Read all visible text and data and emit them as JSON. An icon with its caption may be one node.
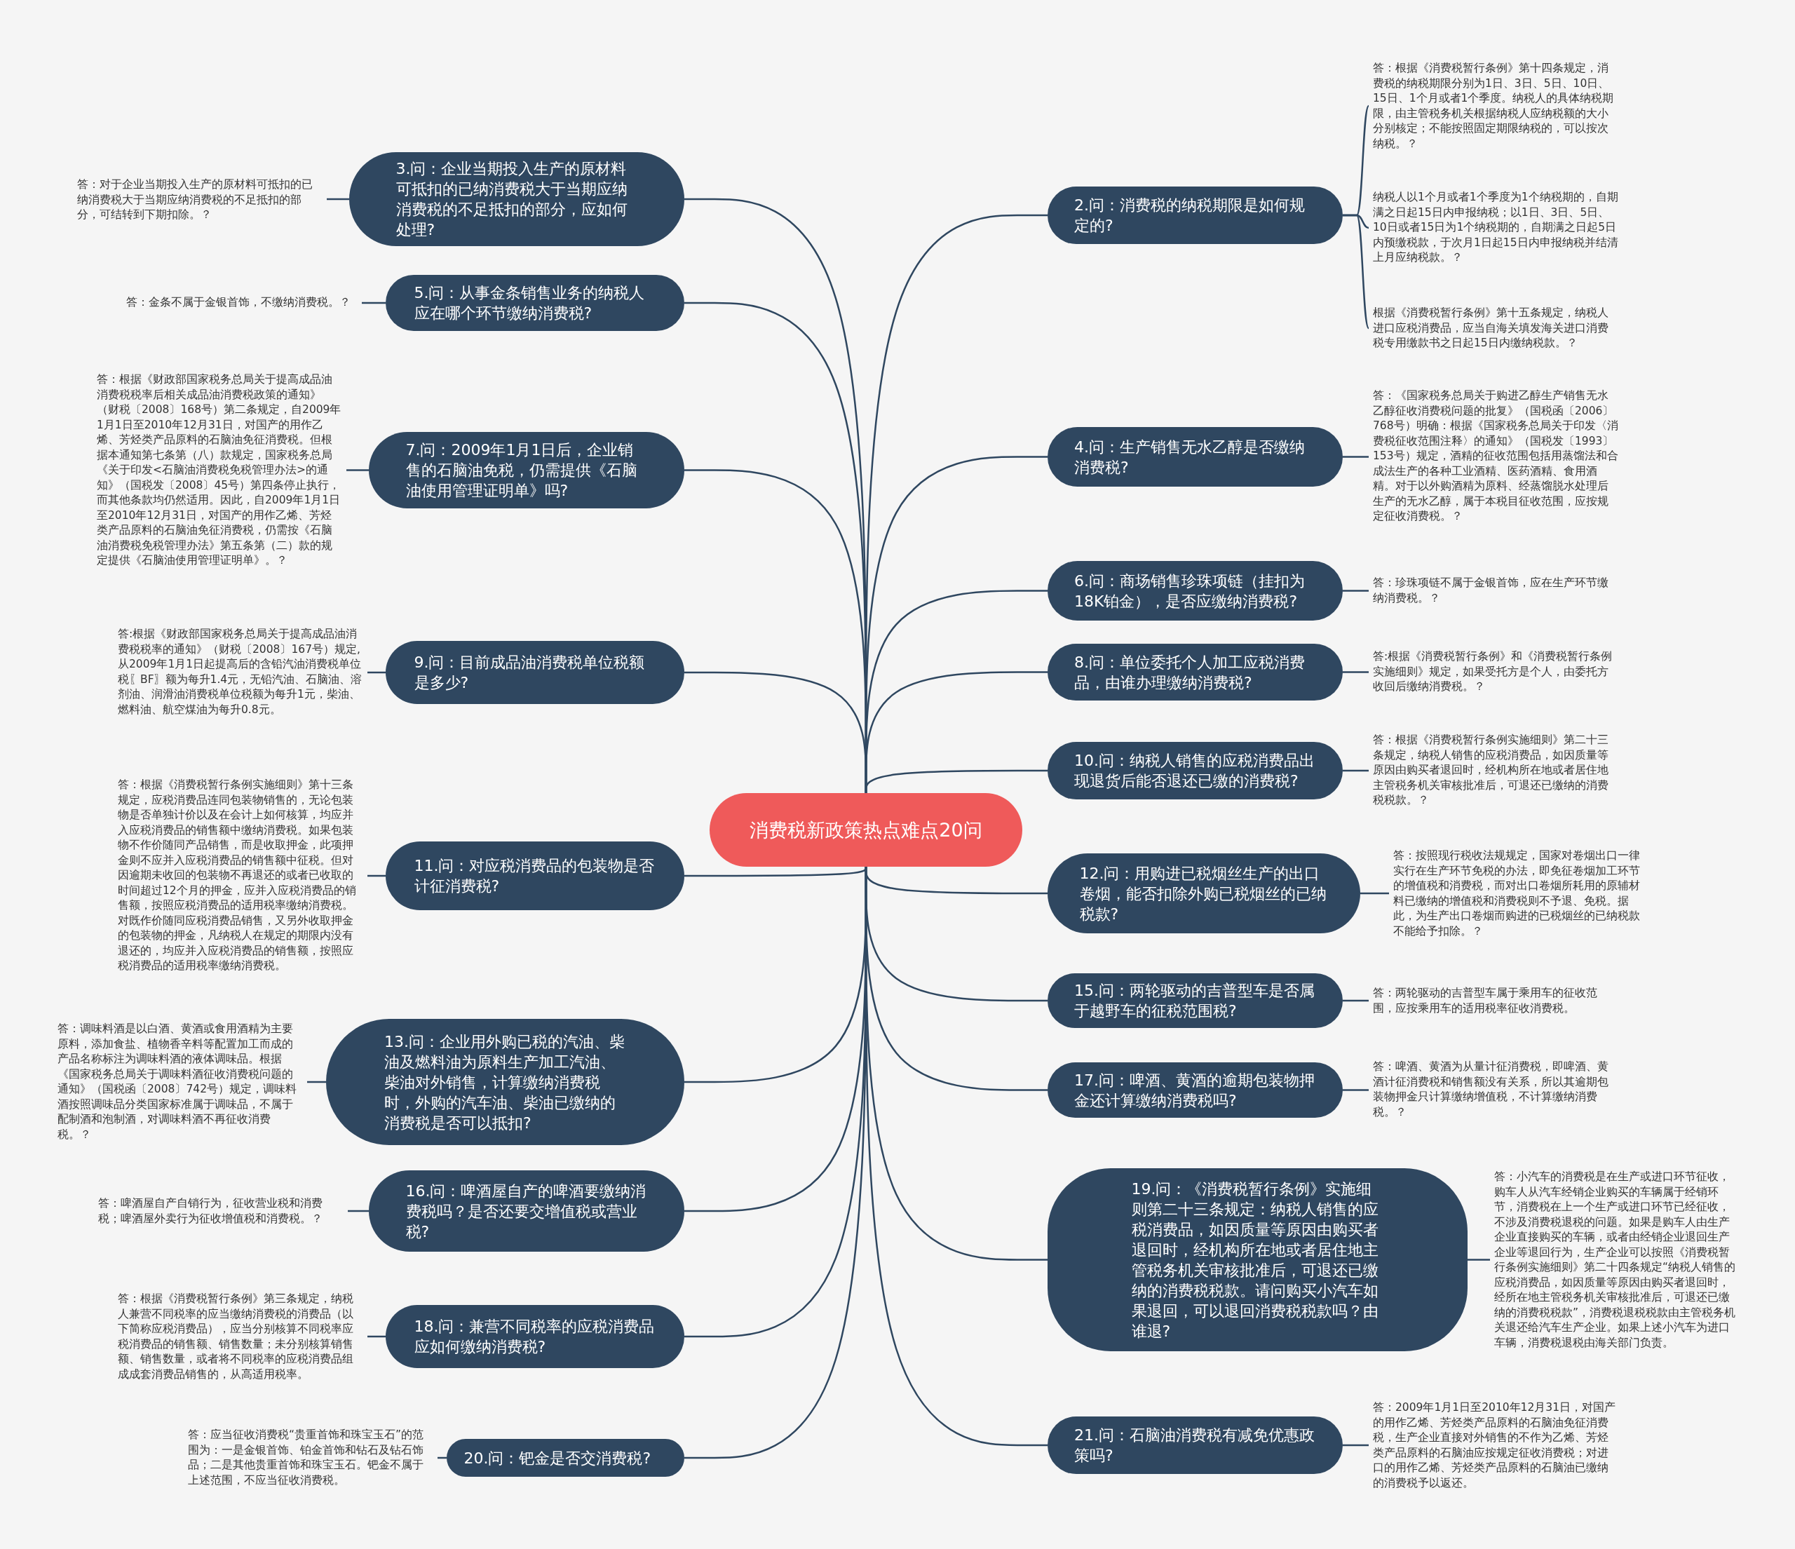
{
  "diagram": {
    "nodes": [
      {
        "text": [
          "消费税新政策热点难点20问"
        ]
      },
      {
        "text": [
          "3.问：企业当期投入生产的原材料可抵扣的已纳消费税大于当期应纳消费税的不足抵扣的部分，应如何处理?"
        ]
      },
      {
        "text": [
          "答：对于企业当期投入生产的原材料可抵扣的已纳消费税大于当期应纳消费税的不足抵扣的部分，可结转到下期扣除。？"
        ]
      },
      {
        "text": [
          "5.问：从事金条销售业务的纳税人应在哪个环节缴纳消费税?"
        ]
      },
      {
        "text": [
          "答：金条不属于金银首饰，不缴纳消费税。？"
        ]
      },
      {
        "text": [
          "7.问：2009年1月1日后，企业销售的石脑油免税，仍需提供《石脑油使用管理证明单》吗?"
        ]
      },
      {
        "text": [
          "答：根据《财政部国家税务总局关于提高成品油消费税税率后相关成品油消费税政策的通知》（财税〔2008〕168号）第二条规定，自2009年1月1日至2010年12月31日，对国产的用作乙烯、芳烃类产品原料的石脑油免征消费税。但根据本通知第七条第（八）款规定，国家税务总局《关于印发<石脑油消费税免税管理办法>的通知》（国税发〔2008〕45号）第四条停止执行，而其他条款均仍然适用。因此，自2009年1月1日至2010年12月31日，对国产的用作乙烯、芳烃类产品原料的石脑油免征消费税，仍需按《石脑油消费税免税管理办法》第五条第（二）款的规定提供《石脑油使用管理证明单》。？"
        ]
      },
      {
        "text": [
          "9.问：目前成品油消费税单位税额是多少?"
        ]
      },
      {
        "text": [
          "答:根据《财政部国家税务总局关于提高成品油消费税税率的通知》（财税〔2008〕167号）规定, 从2009年1月1日起提高后的含铅汽油消费税单位税〖BF〗额为每升1.4元，无铅汽油、石脑油、溶剂油、润滑油消费税单位税额为每升1元，柴油、燃料油、航空煤油为每升0.8元。"
        ]
      },
      {
        "text": [
          "11.问：对应税消费品的包装物是否计征消费税?"
        ]
      },
      {
        "text": [
          "答：根据《消费税暂行条例实施细则》第十三条规定，应税消费品连同包装物销售的，无论包装物是否单独计价以及在会计上如何核算，均应并入应税消费品的销售额中缴纳消费税。如果包装物不作价随同产品销售，而是收取押金，此项押金则不应并入应税消费品的销售额中征税。但对因逾期未收回的包装物不再退还的或者已收取的时间超过12个月的押金，应并入应税消费品的销售额，按照应税消费品的适用税率缴纳消费税。对既作价随同应税消费品销售，又另外收取押金的包装物的押金，凡纳税人在规定的期限内没有退还的，均应并入应税消费品的销售额，按照应税消费品的适用税率缴纳消费税。"
        ]
      },
      {
        "text": [
          "13.问：企业用外购已税的汽油、柴油及燃料油为原料生产加工汽油、柴油对外销售，计算缴纳消费税时，外购的汽车油、柴油已缴纳的消费税是否可以抵扣?"
        ]
      },
      {
        "text": [
          "答：调味料酒是以白酒、黄酒或食用酒精为主要原料，添加食盐、植物香辛料等配置加工而成的产品名称标注为调味料酒的液体调味品。根据《国家税务总局关于调味料酒征收消费税问题的通知》（国税函〔2008〕742号）规定，调味料酒按照调味品分类国家标准属于调味品，不属于配制酒和泡制酒，对调味料酒不再征收消费税。？"
        ]
      },
      {
        "text": [
          "16.问：啤酒屋自产的啤酒要缴纳消费税吗？是否还要交增值税或营业税?"
        ]
      },
      {
        "text": [
          "答：啤酒屋自产自销行为，征收营业税和消费税；啤酒屋外卖行为征收增值税和消费税。？"
        ]
      },
      {
        "text": [
          "18.问：兼营不同税率的应税消费品应如何缴纳消费税?"
        ]
      },
      {
        "text": [
          "答：根据《消费税暂行条例》第三条规定，纳税人兼营不同税率的应当缴纳消费税的消费品（以下简称应税消费品），应当分别核算不同税率应税消费品的销售额、销售数量；未分别核算销售额、销售数量，或者将不同税率的应税消费品组成成套消费品销售的，从高适用税率。"
        ]
      },
      {
        "text": [
          "20.问：钯金是否交消费税?"
        ]
      },
      {
        "text": [
          "答：应当征收消费税“贵重首饰和珠宝玉石”的范围为：一是金银首饰、铂金首饰和钻石及钻石饰品；二是其他贵重首饰和珠宝玉石。钯金不属于上述范围，不应当征收消费税。"
        ]
      },
      {
        "text": [
          "2.问：消费税的纳税期限是如何规定的?"
        ]
      },
      {
        "text": [
          "答：根据《消费税暂行条例》第十四条规定，消费税的纳税期限分别为1日、3日、5日、10日、15日、1个月或者1个季度。纳税人的具体纳税期限，由主管税务机关根据纳税人应纳税额的大小分别核定；不能按照固定期限纳税的，可以按次纳税。？"
        ]
      },
      {
        "text": [
          "纳税人以1个月或者1个季度为1个纳税期的，自期满之日起15日内申报纳税；以1日、3日、5日、10日或者15日为1个纳税期的，自期满之日起5日内预缴税款，于次月1日起15日内申报纳税并结清上月应纳税款。？"
        ]
      },
      {
        "text": [
          "根据《消费税暂行条例》第十五条规定，纳税人进口应税消费品，应当自海关填发海关进口消费税专用缴款书之日起15日内缴纳税款。？"
        ]
      },
      {
        "text": [
          "4.问：生产销售无水乙醇是否缴纳消费税?"
        ]
      },
      {
        "text": [
          "答：《国家税务总局关于购进乙醇生产销售无水乙醇征收消费税问题的批复》（国税函〔2006〕768号）明确：根据《国家税务总局关于印发〈消费税征收范围注释〉的通知》（国税发〔1993〕153号）规定，酒精的征收范围包括用蒸馏法和合成法生产的各种工业酒精、医药酒精、食用酒精。对于以外购酒精为原料、经蒸馏脱水处理后生产的无水乙醇，属于本税目征收范围，应按规定征收消费税。？"
        ]
      },
      {
        "text": [
          "6.问：商场销售珍珠项链（挂扣为18K铂金），是否应缴纳消费税?"
        ]
      },
      {
        "text": [
          "答：珍珠项链不属于金银首饰，应在生产环节缴纳消费税。？"
        ]
      },
      {
        "text": [
          "8.问：单位委托个人加工应税消费品，由谁办理缴纳消费税?"
        ]
      },
      {
        "text": [
          "答:根据《消费税暂行条例》和《消费税暂行条例实施细则》规定，如果受托方是个人，由委托方收回后缴纳消费税。？"
        ]
      },
      {
        "text": [
          "10.问：纳税人销售的应税消费品出现退货后能否退还已缴的消费税?"
        ]
      },
      {
        "text": [
          "答：根据《消费税暂行条例实施细则》第二十三条规定，纳税人销售的应税消费品，如因质量等原因由购买者退回时，经机构所在地或者居住地主管税务机关审核批准后，可退还已缴纳的消费税税款。？"
        ]
      },
      {
        "text": [
          "12.问：用购进已税烟丝生产的出口卷烟，能否扣除外购已税烟丝的已纳税款?"
        ]
      },
      {
        "text": [
          "答：按照现行税收法规规定，国家对卷烟出口一律实行在生产环节免税的办法，即免征卷烟加工环节的增值税和消费税，而对出口卷烟所耗用的原辅材料已缴纳的增值税和消费税则不予退、免税。据此，为生产出口卷烟而购进的已税烟丝的已纳税款不能给予扣除。？"
        ]
      },
      {
        "text": [
          "15.问：两轮驱动的吉普型车是否属于越野车的征税范围税?"
        ]
      },
      {
        "text": [
          "答：两轮驱动的吉普型车属于乘用车的征收范围，应按乘用车的适用税率征收消费税。"
        ]
      },
      {
        "text": [
          "17.问：啤酒、黄酒的逾期包装物押金还计算缴纳消费税吗?"
        ]
      },
      {
        "text": [
          "答：啤酒、黄酒为从量计征消费税，即啤酒、黄酒计征消费税和销售额没有关系，所以其逾期包装物押金只计算缴纳增值税，不计算缴纳消费税。？"
        ]
      },
      {
        "text": [
          "19.问：《消费税暂行条例》实施细则第二十三条规定：纳税人销售的应税消费品，如因质量等原因由购买者退回时，经机构所在地或者居住地主管税务机关审核批准后，可退还已缴纳的消费税税款。请问购买小汽车如果退回，可以退回消费税税款吗？由谁退?"
        ]
      },
      {
        "text": [
          "答：小汽车的消费税是在生产或进口环节征收，购车人从汽车经销企业购买的车辆属于经销环节，消费税在上一个生产或进口环节已经征收，不涉及消费税退税的问题。如果是购车人由生产企业直接购买的车辆，或者由经销企业退回生产企业等退回行为，生产企业可以按照《消费税暂行条例实施细则》第二十四条规定“纳税人销售的应税消费品，如因质量等原因由购买者退回时，经所在地主管税务机关审核批准后，可退还已缴纳的消费税税款”，消费税退税税款由主管税务机关退还给汽车生产企业。如果上述小汽车为进口车辆，消费税退税由海关部门负责。"
        ]
      },
      {
        "text": [
          "21.问：石脑油消费税有减免优惠政策吗?"
        ]
      },
      {
        "text": [
          "答：2009年1月1日至2010年12月31日，对国产的用作乙烯、芳烃类产品原料的石脑油免征消费税，生产企业直接对外销售的不作为乙烯、芳烃类产品原料的石脑油应按规定征收消费税；对进口的用作乙烯、芳烃类产品原料的石脑油已缴纳的消费税予以返还。"
        ]
      }
    ],
    "edges": [
      {
        "from": 0,
        "to": 1,
        "arrow": "none"
      },
      {
        "from": 1,
        "to": 2,
        "arrow": "none"
      },
      {
        "from": 0,
        "to": 3,
        "arrow": "none"
      },
      {
        "from": 3,
        "to": 4,
        "arrow": "none"
      },
      {
        "from": 0,
        "to": 5,
        "arrow": "none"
      },
      {
        "from": 5,
        "to": 6,
        "arrow": "none"
      },
      {
        "from": 0,
        "to": 7,
        "arrow": "none"
      },
      {
        "from": 7,
        "to": 8,
        "arrow": "none"
      },
      {
        "from": 0,
        "to": 9,
        "arrow": "none"
      },
      {
        "from": 9,
        "to": 10,
        "arrow": "none"
      },
      {
        "from": 0,
        "to": 11,
        "arrow": "none"
      },
      {
        "from": 11,
        "to": 12,
        "arrow": "none"
      },
      {
        "from": 0,
        "to": 13,
        "arrow": "none"
      },
      {
        "from": 13,
        "to": 14,
        "arrow": "none"
      },
      {
        "from": 0,
        "to": 15,
        "arrow": "none"
      },
      {
        "from": 15,
        "to": 16,
        "arrow": "none"
      },
      {
        "from": 0,
        "to": 17,
        "arrow": "none"
      },
      {
        "from": 17,
        "to": 18,
        "arrow": "none"
      },
      {
        "from": 0,
        "to": 19,
        "arrow": "none"
      },
      {
        "from": 19,
        "to": 20,
        "arrow": "none"
      },
      {
        "from": 19,
        "to": 21,
        "arrow": "none"
      },
      {
        "from": 19,
        "to": 22,
        "arrow": "none"
      },
      {
        "from": 0,
        "to": 23,
        "arrow": "none"
      },
      {
        "from": 23,
        "to": 24,
        "arrow": "none"
      },
      {
        "from": 0,
        "to": 25,
        "arrow": "none"
      },
      {
        "from": 25,
        "to": 26,
        "arrow": "none"
      },
      {
        "from": 0,
        "to": 27,
        "arrow": "none"
      },
      {
        "from": 27,
        "to": 28,
        "arrow": "none"
      },
      {
        "from": 0,
        "to": 29,
        "arrow": "none"
      },
      {
        "from": 29,
        "to": 30,
        "arrow": "none"
      },
      {
        "from": 0,
        "to": 31,
        "arrow": "none"
      },
      {
        "from": 31,
        "to": 32,
        "arrow": "none"
      },
      {
        "from": 0,
        "to": 33,
        "arrow": "none"
      },
      {
        "from": 33,
        "to": 34,
        "arrow": "none"
      },
      {
        "from": 0,
        "to": 35,
        "arrow": "none"
      },
      {
        "from": 35,
        "to": 36,
        "arrow": "none"
      },
      {
        "from": 0,
        "to": 37,
        "arrow": "none"
      },
      {
        "from": 37,
        "to": 38,
        "arrow": "none"
      },
      {
        "from": 0,
        "to": 39,
        "arrow": "none"
      },
      {
        "from": 39,
        "to": 40,
        "arrow": "none"
      }
    ]
  }
}
